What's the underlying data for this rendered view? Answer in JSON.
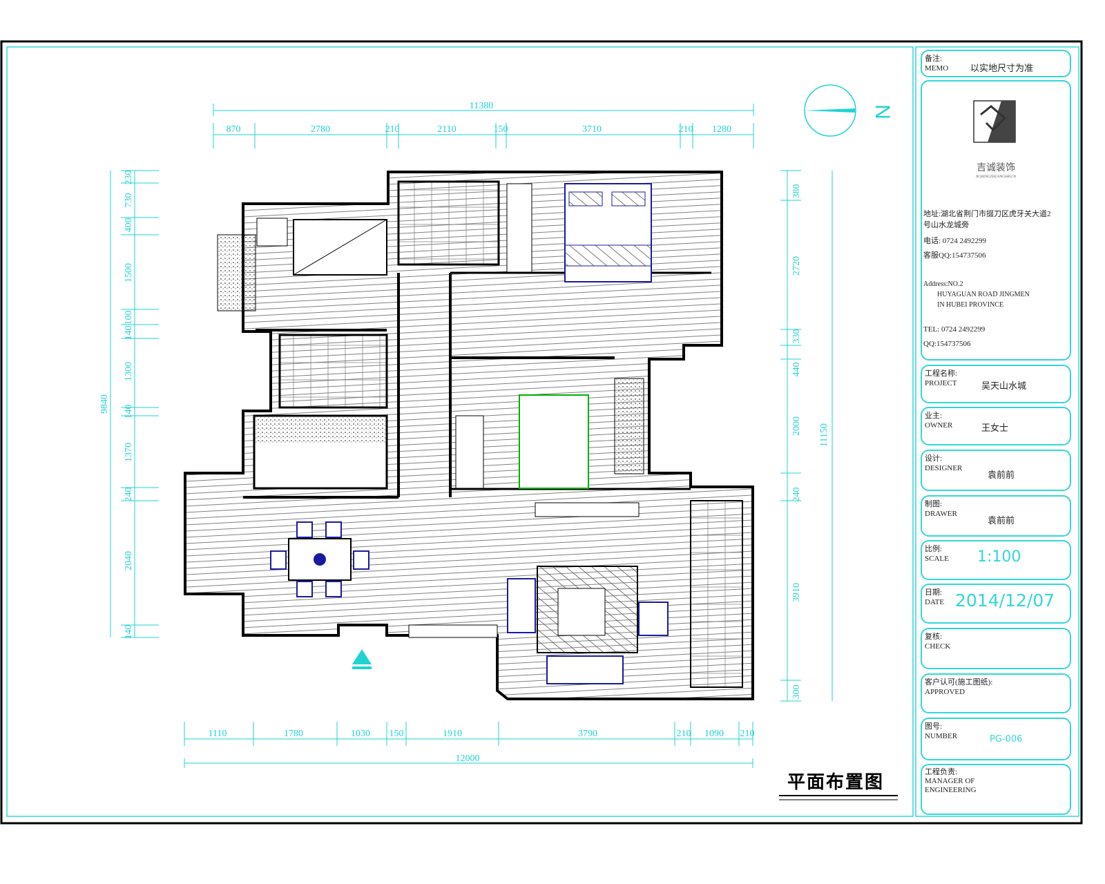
{
  "drawing": {
    "title": "平面布置图",
    "north_label": "N",
    "dims_top_total": "11380",
    "dims_top": [
      "870",
      "2780",
      "210",
      "2110",
      "150",
      "3710",
      "210",
      "1280"
    ],
    "dims_bottom_total": "12000",
    "dims_bottom": [
      "1110",
      "1780",
      "1030",
      "150",
      "1910",
      "3790",
      "210",
      "1090",
      "210"
    ],
    "dims_left_total": "9840",
    "dims_left": [
      "230",
      "730",
      "400",
      "1500",
      "100",
      "140",
      "1300",
      "140",
      "1370",
      "240",
      "2040",
      "140"
    ],
    "dims_right_total": "11150",
    "dims_right": [
      "380",
      "2720",
      "330",
      "440",
      "2000",
      "240",
      "3910",
      "300"
    ]
  },
  "title_block": {
    "memo_label": "备注:\nMEMO",
    "memo_value": "以实地尺寸为准",
    "company_name": "吉诚装饰",
    "company_sub": "JICHENGZHUANGSHI.CN",
    "address_cn": "地址:湖北省荆门市掇刀区虎牙关大道2号山水龙城旁",
    "phone_cn": "电话: 0724 2492299",
    "qq_cn": "客服QQ:154737506",
    "address_en": "Address:NO.2\n        HUYAGUAN ROAD JINGMEN\n        IN HUBEI PROVINCE",
    "tel_en": "TEL: 0724 2492299",
    "qq_en": "QQ:154737506",
    "project_label": "工程名称:\nPROJECT",
    "project_value": "吴天山水城",
    "owner_label": "业主:\nOWNER",
    "owner_value": "王女士",
    "designer_label": "设计:\nDESIGNER",
    "designer_value": "袁前前",
    "drawer_label": "制图:\nDRAWER",
    "drawer_value": "袁前前",
    "scale_label": "比例:\nSCALE",
    "scale_value": "1:100",
    "date_label": "日期:\nDATE",
    "date_value": "2014/12/07",
    "check_label": "复核:\nCHECK",
    "approved_label": "客户认可(施工图纸):\nAPPROVED",
    "number_label": "图号:\nNUMBER",
    "number_value": "PG-006",
    "manager_label": "工程负责:\nMANAGER OF\nENGINEERING"
  },
  "colors": {
    "cyan": "#1fd3d3",
    "wall": "#000000",
    "furniture": "#1a1aa0",
    "plant": "#00c000"
  }
}
